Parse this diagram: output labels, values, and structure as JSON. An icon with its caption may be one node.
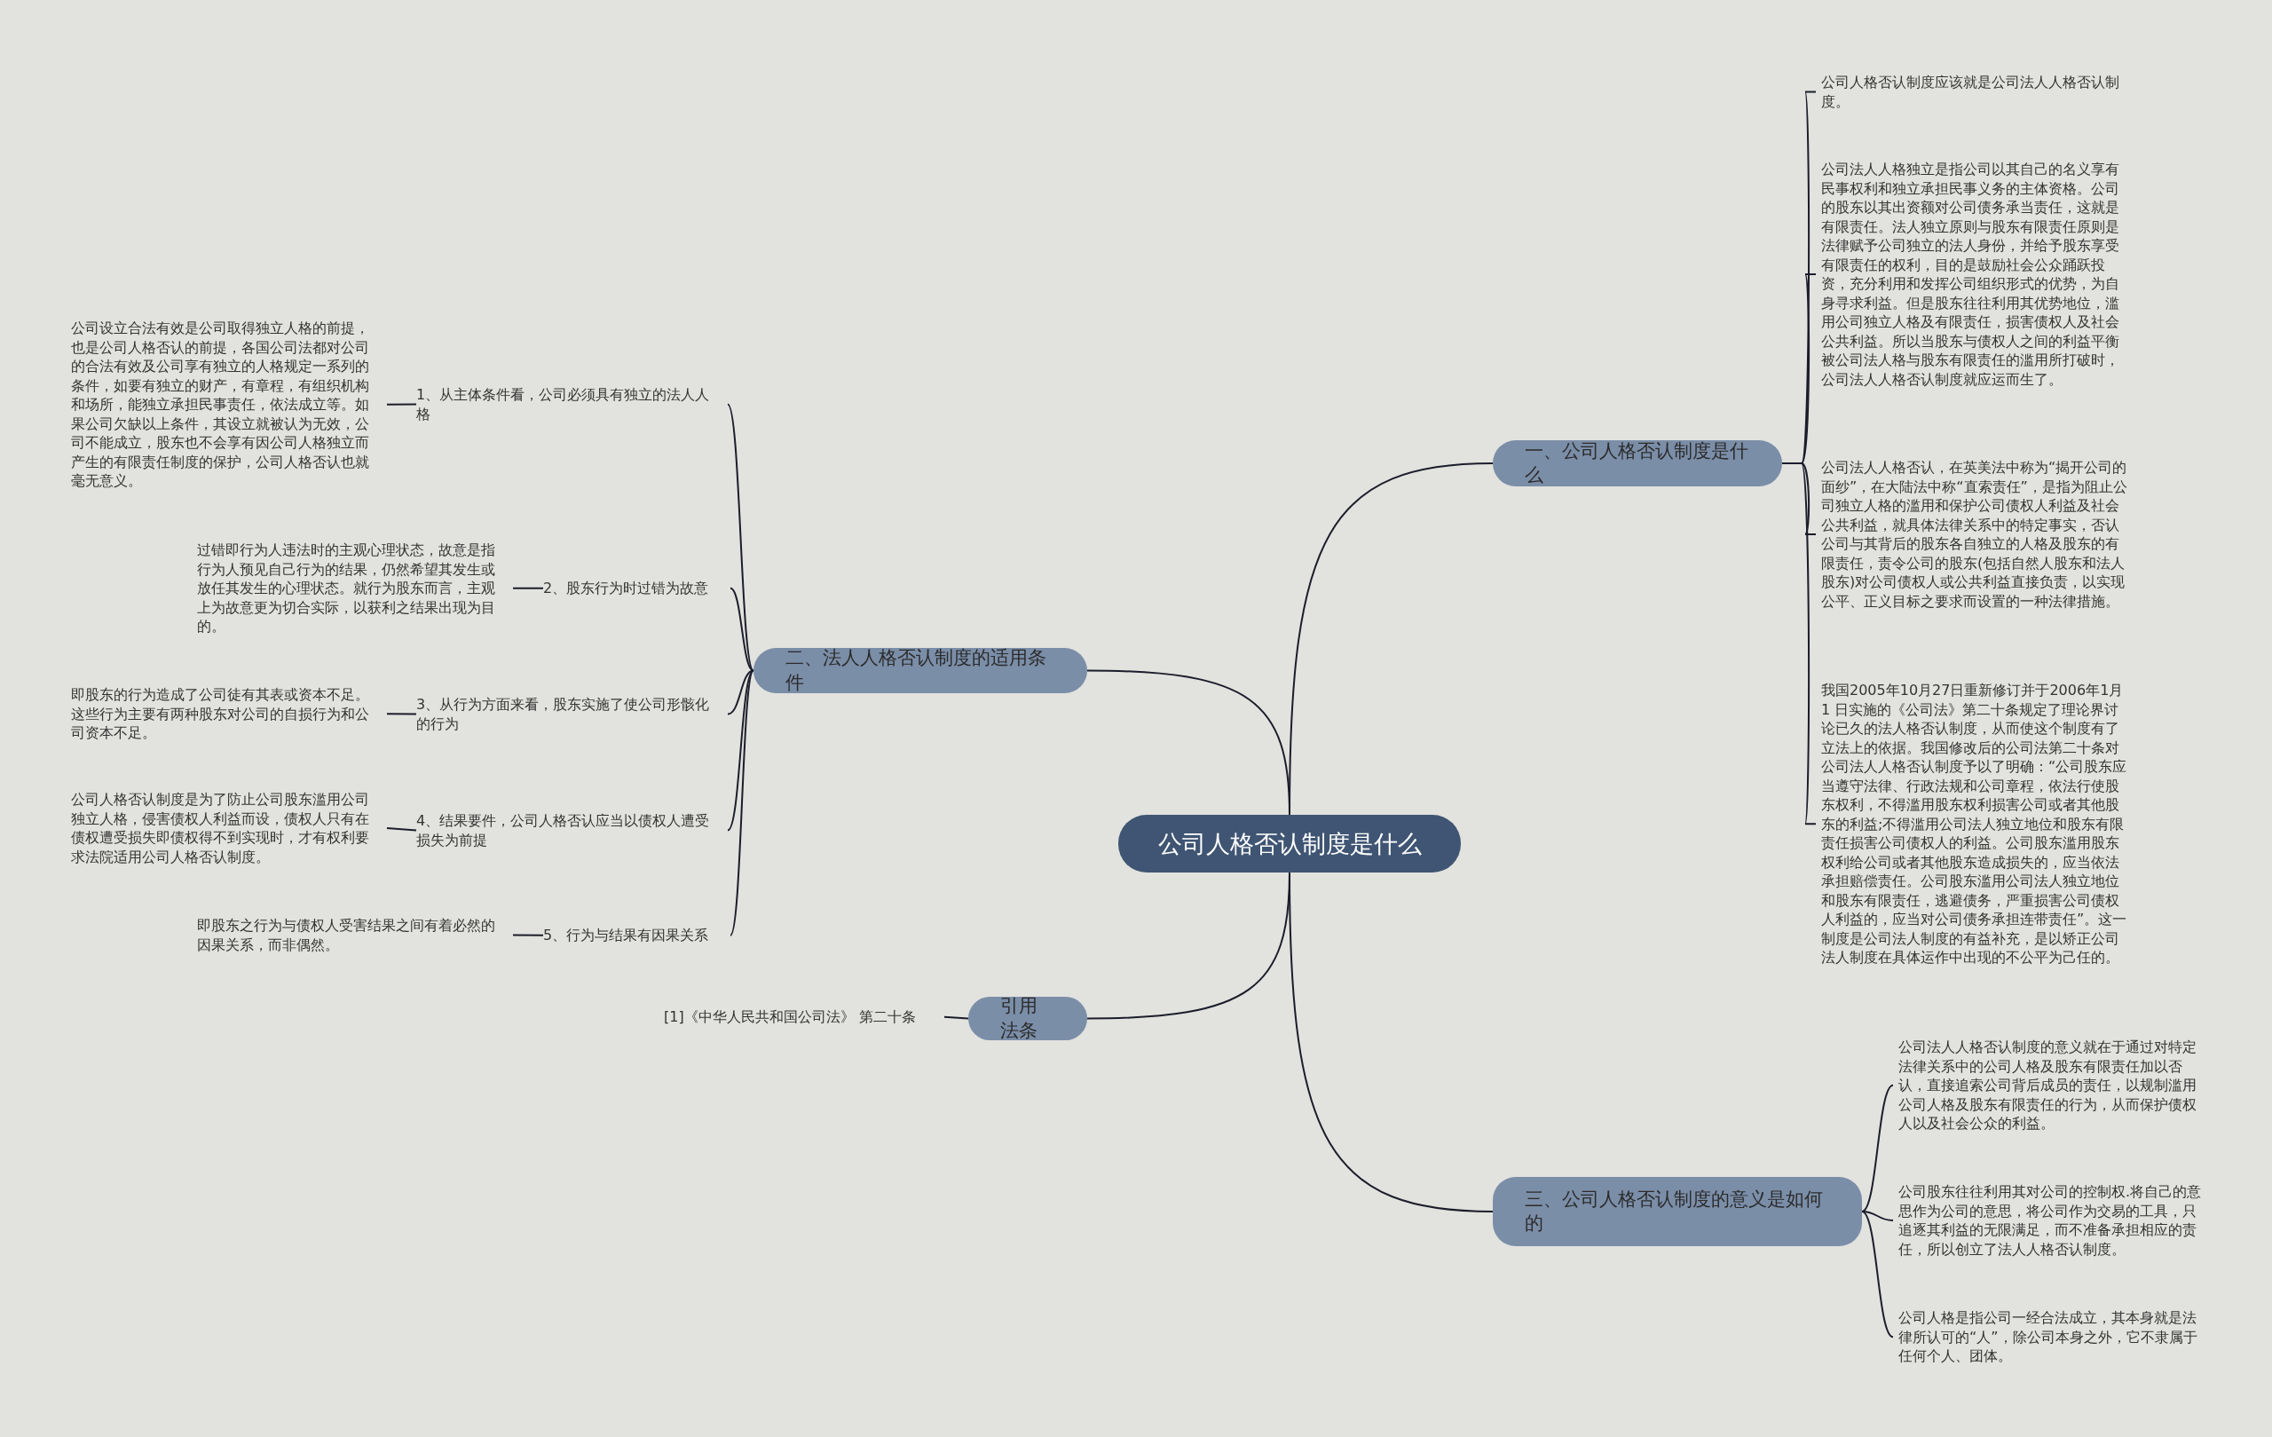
{
  "diagram": {
    "nodes": [
      {
        "text": [
          "公司人格否认制度是什么"
        ]
      },
      {
        "text": [
          "一、公司人格否认制度是什么"
        ]
      },
      {
        "text": [
          "公司人格否认制度应该就是公司法人人格否认制度。"
        ]
      },
      {
        "text": [
          "公司法人人格独立是指公司以其自己的名义享有民事权利和独立承担民事义务的主体资格。公司的股东以其出资额对公司债务承当责任，这就是有限责任。法人独立原则与股东有限责任原则是法律赋予公司独立的法人身份，并给予股东享受有限责任的权利，目的是鼓励社会公众踊跃投资，充分利用和发挥公司组织形式的优势，为自身寻求利益。但是股东往往利用其优势地位，滥用公司独立人格及有限责任，损害债权人及社会公共利益。所以当股东与债权人之间的利益平衡被公司法人格与股东有限责任的滥用所打破时，公司法人人格否认制度就应运而生了。"
        ]
      },
      {
        "text": [
          "公司法人人格否认，在英美法中称为“揭开公司的面纱”，在大陆法中称“直索责任”，是指为阻止公司独立人格的滥用和保护公司债权人利益及社会公共利益，就具体法律关系中的特定事实，否认公司与其背后的股东各自独立的人格及股东的有限责任，责令公司的股东(包括自然人股东和法人股东)对公司债权人或公共利益直接负责，以实现公平、正义目标之要求而设置的一种法律措施。"
        ]
      },
      {
        "text": [
          "我国2005年10月27日重新修订并于2006年1月1 日实施的《公司法》第二十条规定了理论界讨论已久的法人格否认制度，从而使这个制度有了立法上的依据。我国修改后的公司法第二十条对公司法人人格否认制度予以了明确：“公司股东应当遵守法律、行政法规和公司章程，依法行使股东权利，不得滥用股东权利损害公司或者其他股东的利益;不得滥用公司法人独立地位和股东有限责任损害公司债权人的利益。公司股东滥用股东权利给公司或者其他股东造成损失的，应当依法承担赔偿责任。公司股东滥用公司法人独立地位和股东有限责任，逃避债务，严重损害公司债权人利益的，应当对公司债务承担连带责任”。这一制度是公司法人制度的有益补充，是以矫正公司法人制度在具体运作中出现的不公平为己任的。"
        ]
      },
      {
        "text": [
          "二、法人人格否认制度的适用条件"
        ]
      },
      {
        "text": [
          "1、从主体条件看，公司必须具有独立的法人人格"
        ]
      },
      {
        "text": [
          "公司设立合法有效是公司取得独立人格的前提，也是公司人格否认的前提，各国公司法都对公司的合法有效及公司享有独立的人格规定一系列的条件，如要有独立的财产，有章程，有组织机构和场所，能独立承担民事责任，依法成立等。如果公司欠缺以上条件，其设立就被认为无效，公司不能成立，股东也不会享有因公司人格独立而产生的有限责任制度的保护，公司人格否认也就毫无意义。"
        ]
      },
      {
        "text": [
          "2、股东行为时过错为故意"
        ]
      },
      {
        "text": [
          "过错即行为人违法时的主观心理状态，故意是指行为人预见自己行为的结果，仍然希望其发生或放任其发生的心理状态。就行为股东而言，主观上为故意更为切合实际，以获利之结果出现为目的。"
        ]
      },
      {
        "text": [
          "3、从行为方面来看，股东实施了使公司形骸化的行为"
        ]
      },
      {
        "text": [
          "即股东的行为造成了公司徒有其表或资本不足。这些行为主要有两种股东对公司的自损行为和公司资本不足。"
        ]
      },
      {
        "text": [
          "4、结果要件，公司人格否认应当以债权人遭受损失为前提"
        ]
      },
      {
        "text": [
          "公司人格否认制度是为了防止公司股东滥用公司独立人格，侵害债权人利益而设，债权人只有在债权遭受损失即债权得不到实现时，才有权利要求法院适用公司人格否认制度。"
        ]
      },
      {
        "text": [
          "5、行为与结果有因果关系"
        ]
      },
      {
        "text": [
          "即股东之行为与债权人受害结果之间有着必然的因果关系，而非偶然。"
        ]
      },
      {
        "text": [
          "引用法条"
        ]
      },
      {
        "text": [
          "[1]《中华人民共和国公司法》 第二十条"
        ]
      },
      {
        "text": [
          "三、公司人格否认制度的意义是如何的"
        ]
      },
      {
        "text": [
          "公司法人人格否认制度的意义就在于通过对特定法律关系中的公司人格及股东有限责任加以否认，直接追索公司背后成员的责任，以规制滥用公司人格及股东有限责任的行为，从而保护债权人以及社会公众的利益。"
        ]
      },
      {
        "text": [
          "公司股东往往利用其对公司的控制权.将自己的意思作为公司的意思，将公司作为交易的工具，只追逐其利益的无限满足，而不准备承担相应的责任，所以创立了法人人格否认制度。"
        ]
      },
      {
        "text": [
          "公司人格是指公司一经合法成立，其本身就是法律所认可的“人”，除公司本身之外，它不隶属于任何个人、团体。"
        ]
      }
    ],
    "edges": [
      {
        "from": 0,
        "to": 1,
        "arrow": "none"
      },
      {
        "from": 1,
        "to": 2,
        "arrow": "none"
      },
      {
        "from": 1,
        "to": 3,
        "arrow": "none"
      },
      {
        "from": 1,
        "to": 4,
        "arrow": "none"
      },
      {
        "from": 1,
        "to": 5,
        "arrow": "none"
      },
      {
        "from": 0,
        "to": 6,
        "arrow": "none"
      },
      {
        "from": 6,
        "to": 7,
        "arrow": "none"
      },
      {
        "from": 7,
        "to": 8,
        "arrow": "none"
      },
      {
        "from": 6,
        "to": 9,
        "arrow": "none"
      },
      {
        "from": 9,
        "to": 10,
        "arrow": "none"
      },
      {
        "from": 6,
        "to": 11,
        "arrow": "none"
      },
      {
        "from": 11,
        "to": 12,
        "arrow": "none"
      },
      {
        "from": 6,
        "to": 13,
        "arrow": "none"
      },
      {
        "from": 13,
        "to": 14,
        "arrow": "none"
      },
      {
        "from": 6,
        "to": 15,
        "arrow": "none"
      },
      {
        "from": 15,
        "to": 16,
        "arrow": "none"
      },
      {
        "from": 0,
        "to": 17,
        "arrow": "none"
      },
      {
        "from": 17,
        "to": 18,
        "arrow": "none"
      },
      {
        "from": 0,
        "to": 19,
        "arrow": "none"
      },
      {
        "from": 19,
        "to": 20,
        "arrow": "none"
      },
      {
        "from": 19,
        "to": 21,
        "arrow": "none"
      },
      {
        "from": 19,
        "to": 22,
        "arrow": "none"
      }
    ]
  }
}
